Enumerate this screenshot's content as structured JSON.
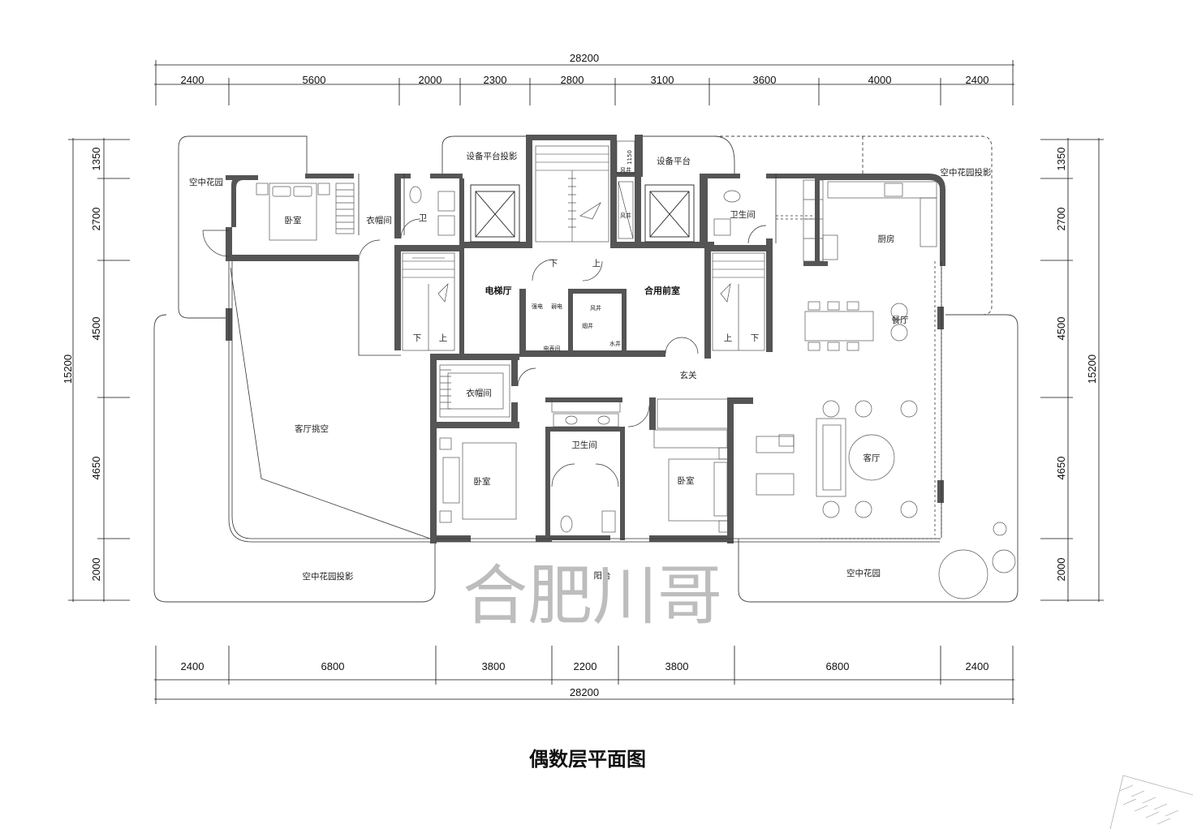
{
  "dims": {
    "top_total": "28200",
    "top": [
      "2400",
      "5600",
      "2000",
      "2300",
      "2800",
      "3100",
      "3600",
      "4000",
      "2400"
    ],
    "bottom_total": "28200",
    "bottom": [
      "2400",
      "6800",
      "3800",
      "2200",
      "3800",
      "6800",
      "2400"
    ],
    "left_total": "15200",
    "left": [
      "1350",
      "2700",
      "4500",
      "4650",
      "2000"
    ],
    "right_total": "15200",
    "right": [
      "1350",
      "2700",
      "4500",
      "4650",
      "2000"
    ],
    "inner": {
      "d1150": "1150"
    }
  },
  "rooms": {
    "sky_garden_nw": "空中花园",
    "bedroom_nw": "卧室",
    "closet_n": "衣帽间",
    "wc_n": "卫",
    "equip_proj": "设备平台投影",
    "equip": "设备平台",
    "air_shaft_top": "风井",
    "air_shaft_mid": "风井",
    "sky_garden_proj_ne": "空中花园投影",
    "wc_ne": "卫生间",
    "kitchen": "厨房",
    "elevator_hall": "电梯厅",
    "shared_lobby": "合用前室",
    "strong_elec": "强电",
    "weak_elec": "弱电",
    "air_shaft_c": "风井",
    "smoke_shaft": "烟井",
    "water_shaft": "水井",
    "meter_room": "电表间",
    "dining": "餐厅",
    "entrance": "玄关",
    "closet_s": "衣帽间",
    "living_void": "客厅挑空",
    "bedroom_sw": "卧室",
    "wc_s": "卫生间",
    "bedroom_s": "卧室",
    "living": "客厅",
    "balcony": "阳台",
    "sky_garden_proj_s": "空中花园投影",
    "sky_garden_se": "空中花园",
    "stair_down_l": "下",
    "stair_up_l": "上",
    "stair_up_r": "上",
    "stair_down_r": "下",
    "core_down_l": "下",
    "core_up_r": "上"
  },
  "watermark": "合肥川哥",
  "caption": "偶数层平面图"
}
